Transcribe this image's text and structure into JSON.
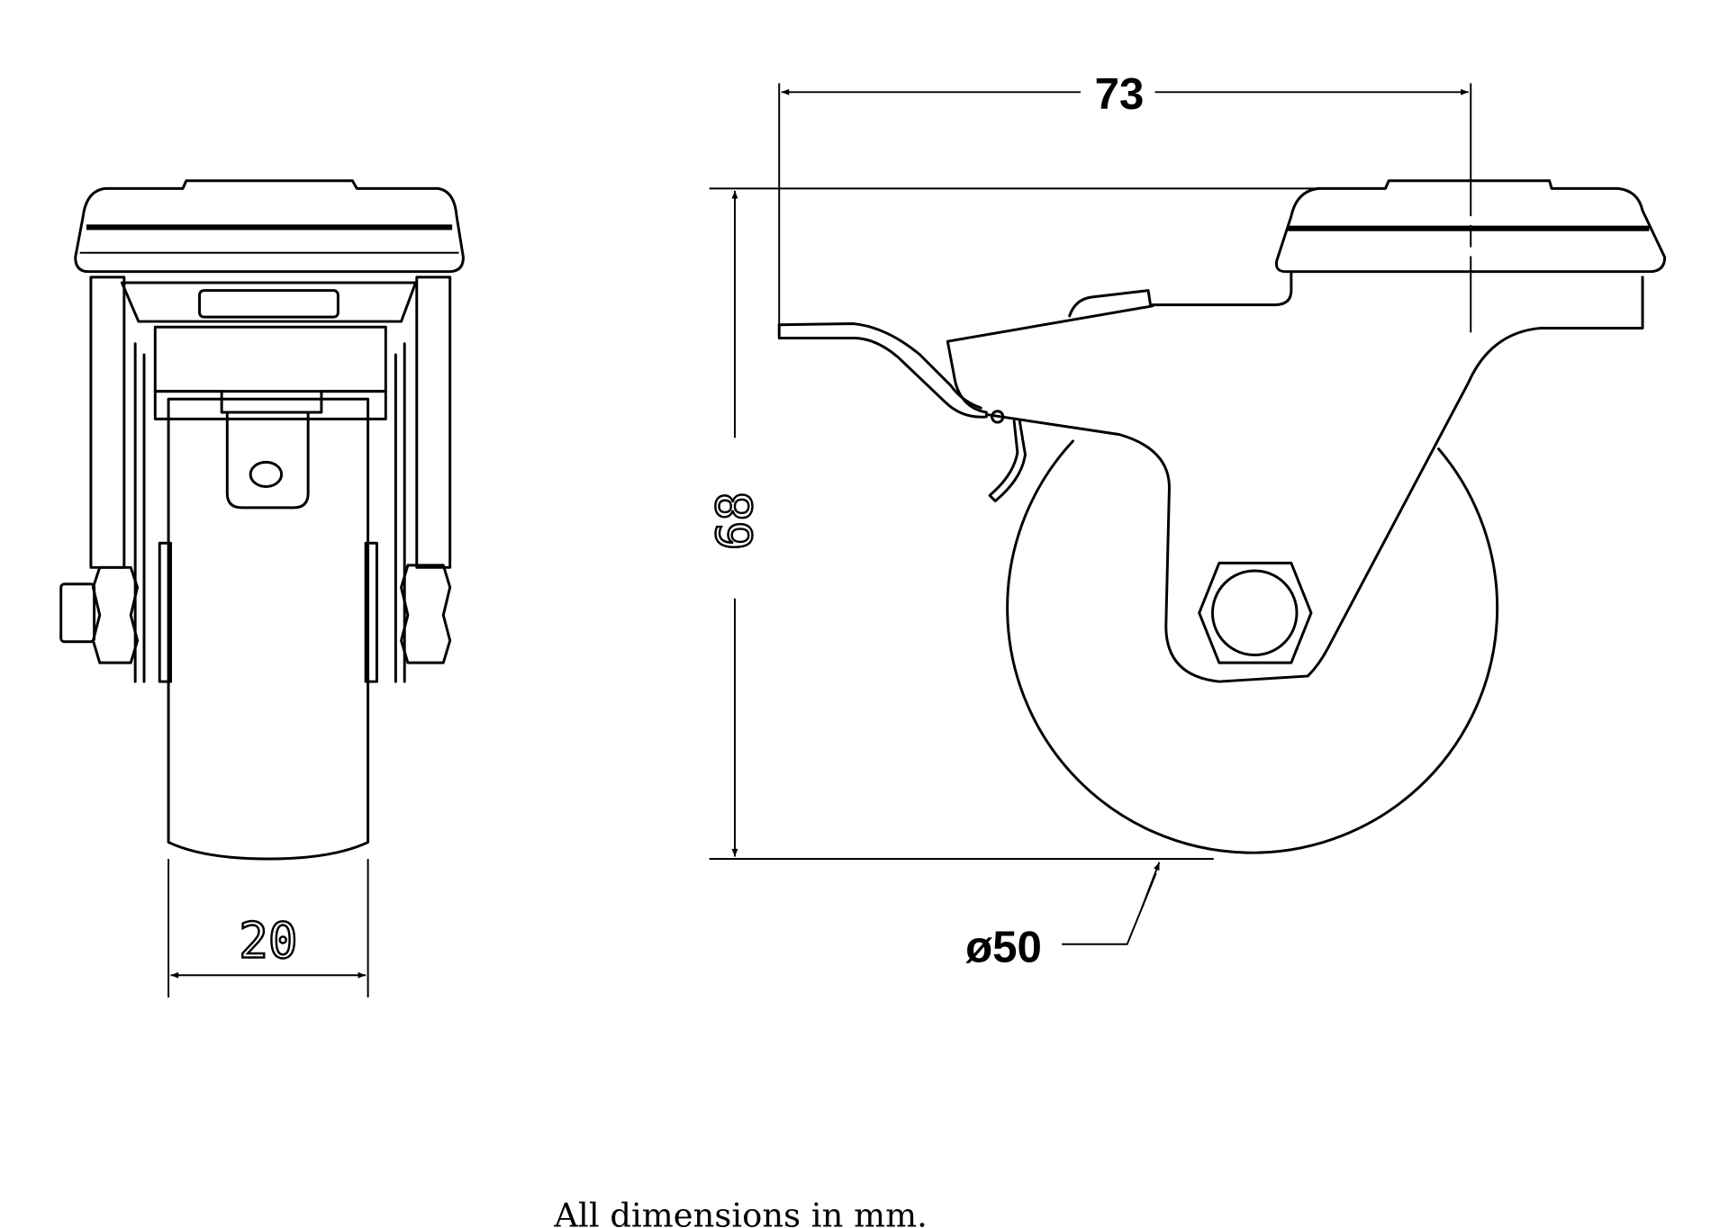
{
  "drawing": {
    "title": "Swivel castor with brake - dimension drawing",
    "dimensions": {
      "wheel_width": "20",
      "plate_offset": "73",
      "overall_height": "68",
      "wheel_diameter": "ø50"
    },
    "caption": "All dimensions in mm.",
    "line_color": "#000000",
    "background": "#ffffff"
  }
}
